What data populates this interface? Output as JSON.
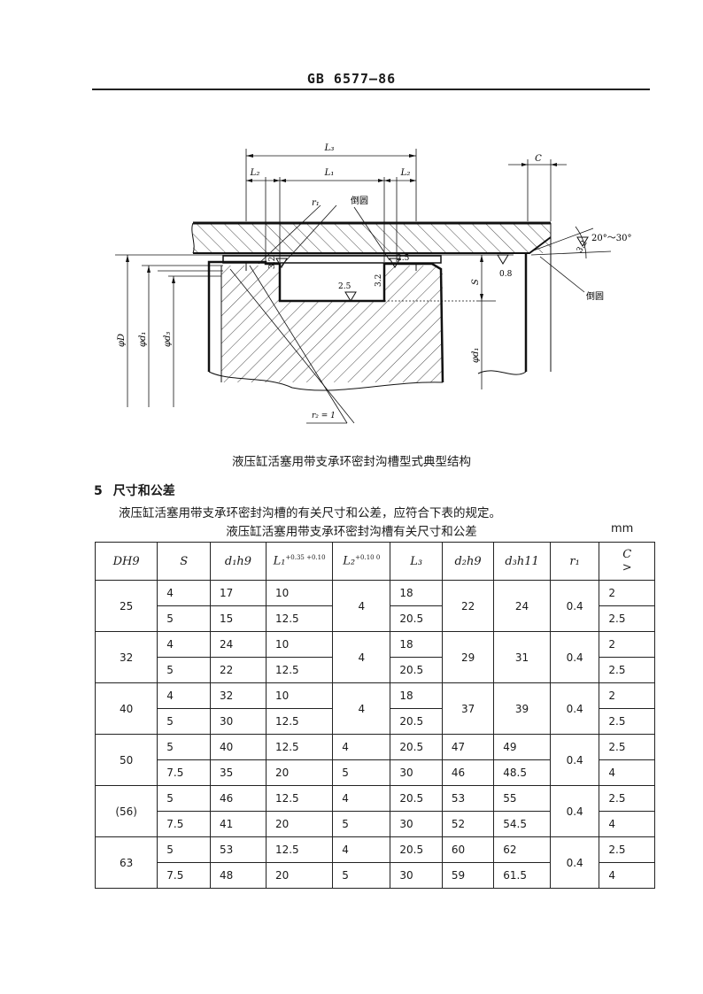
{
  "header": {
    "title": "GB 6577—86"
  },
  "figure": {
    "labels": {
      "L3": "L₃",
      "L2_left": "L₂",
      "L1": "L₁",
      "L2_right": "L₂",
      "C": "C",
      "r1": "r₁",
      "chamfer_top": "倒圆",
      "chamfer_right": "倒圆",
      "angle": "20°～30°",
      "ra_32_a": "3.2",
      "ra_32_b": "3.2",
      "ra_32_c": "3.2",
      "ra_25_a": "2.5",
      "ra_25_b": "2.5",
      "ra_08": "0.8",
      "S": "S",
      "phiD": "φD",
      "phid1_left": "φd₁",
      "phid3": "φd₃",
      "phid1_right": "φd₁",
      "r2": "r₂ = 1"
    },
    "caption": "液压缸活塞用带支承环密封沟槽型式典型结构"
  },
  "section": {
    "number": "5",
    "title": "尺寸和公差"
  },
  "paragraph": "液压缸活塞用带支承环密封沟槽的有关尺寸和公差，应符合下表的规定。",
  "table": {
    "caption": "液压缸活塞用带支承环密封沟槽有关尺寸和公差",
    "unit": "mm",
    "headers": {
      "DH9": "DH9",
      "S": "S",
      "d1h9": "d₁h9",
      "L1": "L₁",
      "L1_tol": "+0.35 +0.10",
      "L2": "L₂",
      "L2_tol": "+0.10 0",
      "L3": "L₃",
      "d2h9": "d₂h9",
      "d3h11": "d₃h11",
      "r1": "r₁",
      "C": "C",
      "C_sub": ">"
    },
    "groups": [
      {
        "D": "25",
        "d2": "22",
        "d3": "24",
        "r1": "0.4",
        "L2_shared": "4",
        "rows": [
          {
            "S": "4",
            "d1": "17",
            "L1": "10",
            "L3": "18",
            "C": "2"
          },
          {
            "S": "5",
            "d1": "15",
            "L1": "12.5",
            "L3": "20.5",
            "C": "2.5"
          }
        ]
      },
      {
        "D": "32",
        "d2": "29",
        "d3": "31",
        "r1": "0.4",
        "L2_shared": "4",
        "rows": [
          {
            "S": "4",
            "d1": "24",
            "L1": "10",
            "L3": "18",
            "C": "2"
          },
          {
            "S": "5",
            "d1": "22",
            "L1": "12.5",
            "L3": "20.5",
            "C": "2.5"
          }
        ]
      },
      {
        "D": "40",
        "d2": "37",
        "d3": "39",
        "r1": "0.4",
        "L2_shared": "4",
        "rows": [
          {
            "S": "4",
            "d1": "32",
            "L1": "10",
            "L3": "18",
            "C": "2"
          },
          {
            "S": "5",
            "d1": "30",
            "L1": "12.5",
            "L3": "20.5",
            "C": "2.5"
          }
        ]
      },
      {
        "D": "50",
        "r1": "0.4",
        "rows": [
          {
            "S": "5",
            "d1": "40",
            "L1": "12.5",
            "L2": "4",
            "L3": "20.5",
            "d2": "47",
            "d3": "49",
            "C": "2.5"
          },
          {
            "S": "7.5",
            "d1": "35",
            "L1": "20",
            "L2": "5",
            "L3": "30",
            "d2": "46",
            "d3": "48.5",
            "C": "4"
          }
        ]
      },
      {
        "D": "(56)",
        "r1": "0.4",
        "rows": [
          {
            "S": "5",
            "d1": "46",
            "L1": "12.5",
            "L2": "4",
            "L3": "20.5",
            "d2": "53",
            "d3": "55",
            "C": "2.5"
          },
          {
            "S": "7.5",
            "d1": "41",
            "L1": "20",
            "L2": "5",
            "L3": "30",
            "d2": "52",
            "d3": "54.5",
            "C": "4"
          }
        ]
      },
      {
        "D": "63",
        "r1": "0.4",
        "rows": [
          {
            "S": "5",
            "d1": "53",
            "L1": "12.5",
            "L2": "4",
            "L3": "20.5",
            "d2": "60",
            "d3": "62",
            "C": "2.5"
          },
          {
            "S": "7.5",
            "d1": "48",
            "L1": "20",
            "L2": "5",
            "L3": "30",
            "d2": "59",
            "d3": "61.5",
            "C": "4"
          }
        ]
      }
    ]
  }
}
